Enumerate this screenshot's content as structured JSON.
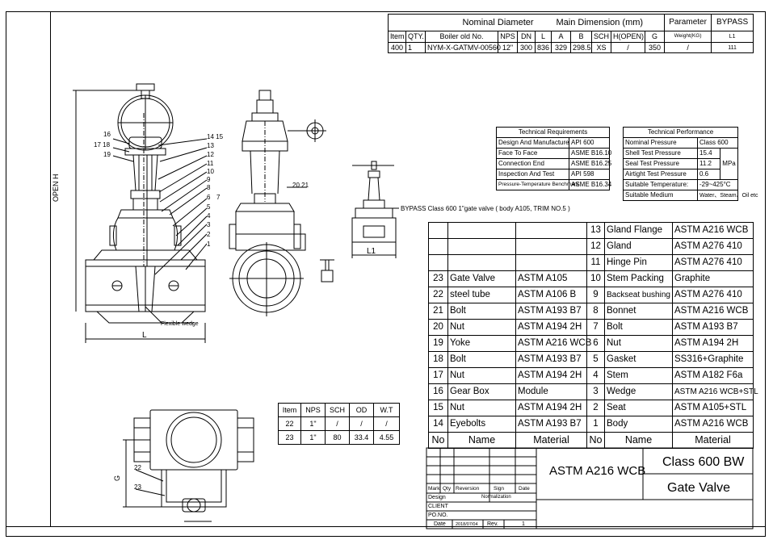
{
  "header_table": {
    "title_nominal": "Nominal Diameter",
    "title_main": "Main Dimension (mm)",
    "title_param": "Parameter",
    "title_bypass": "BYPASS",
    "cols": [
      "Item",
      "QTY.",
      "Boiler old No.",
      "NPS",
      "DN",
      "L",
      "A",
      "B",
      "SCH",
      "H(OPEN)",
      "G",
      "Weight(KG)",
      "L1"
    ],
    "row": [
      "400",
      "1",
      "NYM-X-GATMV-00560",
      "12\"",
      "300",
      "836",
      "329",
      "298.5",
      "XS",
      "/",
      "350",
      "/",
      "111"
    ]
  },
  "tech_req": {
    "title": "Technical Requirements",
    "rows": [
      [
        "Design And Manufacture",
        "API 600"
      ],
      [
        "Face To Face",
        "ASME B16.10"
      ],
      [
        "Connection End",
        "ASME B16.25"
      ],
      [
        "Inspection And Test",
        "API 598"
      ],
      [
        "Pressure-Temperature Benchmark",
        "ASME B16.34"
      ]
    ]
  },
  "tech_perf": {
    "title": "Technical Performance",
    "nominal_pressure_label": "Nominal Pressure",
    "nominal_pressure_value": "Class 600",
    "shell_label": "Shell Test Pressure",
    "shell_value": "15.4",
    "seal_label": "Seal Test Pressure",
    "seal_value": "11.2",
    "airtight_label": "Airtight Test Pressure",
    "airtight_value": "0.6",
    "unit": "MPa",
    "temp_label": "Suitable Temperature:",
    "temp_value": "-29~425°C",
    "medium_label": "Suitable Medium",
    "medium_value": "Water、Steam、Oil etc"
  },
  "bypass_note": "BYPASS Class 600 1\"gate valve ( body A105, TRIM NO.5 )",
  "flexible_wedge": "Flexible wedge",
  "dim_labels": {
    "open_h": "OPEN  H",
    "L": "L",
    "L1": "L1",
    "G": "G"
  },
  "callouts_front": [
    "16",
    "17 18",
    "19",
    "14 15",
    "13",
    "12",
    "11",
    "10",
    "9",
    "8",
    "6",
    "7",
    "5",
    "4",
    "3",
    "2",
    "1"
  ],
  "callouts_side": "20 21",
  "callouts_plan": [
    "22",
    "23"
  ],
  "pipe_table": {
    "header": [
      "Item",
      "NPS",
      "SCH",
      "OD",
      "W.T"
    ],
    "rows": [
      [
        "22",
        "1\"",
        "/",
        "/",
        "/"
      ],
      [
        "23",
        "1\"",
        "80",
        "33.4",
        "4.55"
      ]
    ]
  },
  "bom": {
    "left": [
      [
        "",
        "",
        " "
      ],
      [
        "",
        "",
        ""
      ],
      [
        "",
        "",
        ""
      ],
      [
        "23",
        "Gate Valve",
        "ASTM A105"
      ],
      [
        "22",
        "steel tube",
        "ASTM A106 B"
      ],
      [
        "21",
        "Bolt",
        "ASTM A193 B7"
      ],
      [
        "20",
        "Nut",
        "ASTM A194 2H"
      ],
      [
        "19",
        "Yoke",
        "ASTM A216 WCB"
      ],
      [
        "18",
        "Bolt",
        "ASTM A193 B7"
      ],
      [
        "17",
        "Nut",
        "ASTM A194 2H"
      ],
      [
        "16",
        "Gear Box",
        "Module"
      ],
      [
        "15",
        "Nut",
        "ASTM A194 2H"
      ],
      [
        "14",
        "Eyebolts",
        "ASTM A193 B7"
      ]
    ],
    "right": [
      [
        "13",
        "Gland Flange",
        "ASTM A216 WCB"
      ],
      [
        "12",
        "Gland",
        "ASTM A276 410"
      ],
      [
        "11",
        "Hinge Pin",
        "ASTM A276 410"
      ],
      [
        "10",
        "Stem Packing",
        "Graphite"
      ],
      [
        "9",
        "Backseat bushing",
        "ASTM A276 410"
      ],
      [
        "8",
        "Bonnet",
        "ASTM A216 WCB"
      ],
      [
        "7",
        "Bolt",
        "ASTM A193 B7"
      ],
      [
        "6",
        "Nut",
        "ASTM A194 2H"
      ],
      [
        "5",
        "Gasket",
        "SS316+Graphite"
      ],
      [
        "4",
        "Stem",
        "ASTM A182 F6a"
      ],
      [
        "3",
        "Wedge",
        "ASTM A216 WCB+STL"
      ],
      [
        "2",
        "Seat",
        "ASTM A105+STL"
      ],
      [
        "1",
        "Body",
        "ASTM A216 WCB"
      ]
    ],
    "footer": [
      "No",
      "Name",
      "Material",
      "No",
      "Name",
      "Material"
    ]
  },
  "title_block": {
    "material": "ASTM A216 WCB",
    "class_text": "Class 600 BW",
    "product": "Gate Valve",
    "rev_labels": [
      "Mark",
      "Qty",
      "Reversion",
      "Sign",
      "Date"
    ],
    "design": "Design",
    "normalization": "Normalization",
    "client": "CLIENT",
    "po": "PO.NO.",
    "date_label": "Date",
    "date_value": "2018/07/04",
    "rev_label": "Rev.",
    "rev_value": "1"
  }
}
